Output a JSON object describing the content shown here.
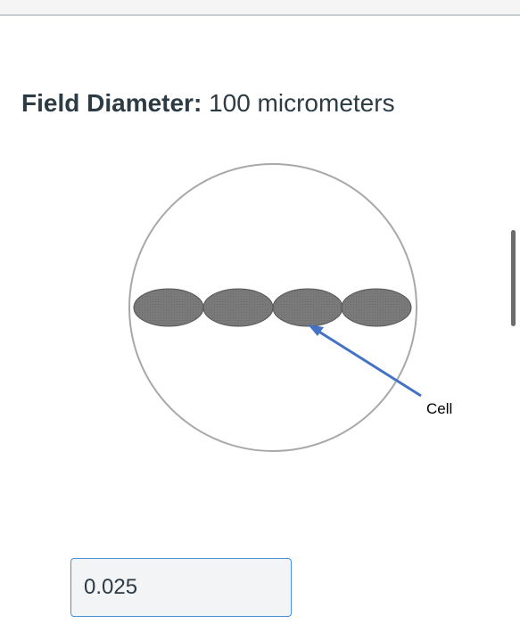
{
  "question": {
    "field_label": "Field Diameter:",
    "field_value": "100 micrometers"
  },
  "diagram": {
    "cell_label": "Cell",
    "cell_count": 4
  },
  "answer": {
    "value": "0.025"
  }
}
